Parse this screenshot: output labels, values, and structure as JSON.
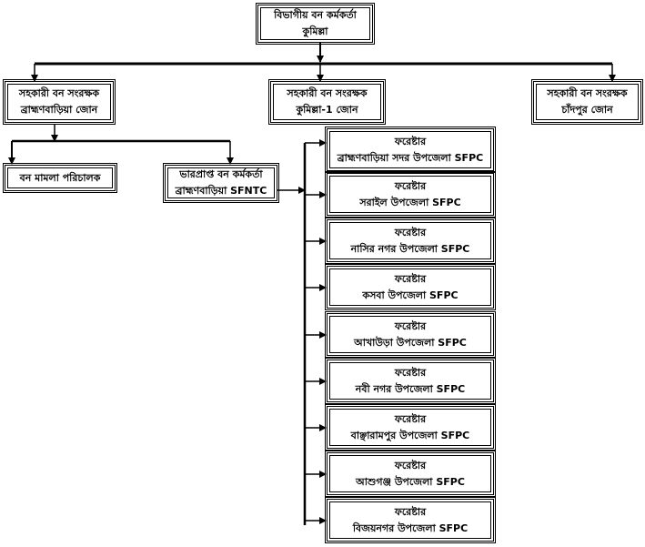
{
  "top": {
    "line1": "বিভাগীয় বন কর্মকর্তা",
    "line2": "কুমিল্লা"
  },
  "zones": [
    {
      "line1": "সহকারী বন সংরক্ষক",
      "line2": "ব্রাহ্মণবাড়িয়া জোন"
    },
    {
      "line1": "সহকারী বন সংরক্ষক",
      "line2": "কুমিল্লা-1 জোন"
    },
    {
      "line1": "সহকারী বন সংরক্ষক",
      "line2": "চাঁদপুর জোন"
    }
  ],
  "case_officer": "বন মামলা পরিচালক",
  "sfntc": {
    "line1": "ভারপ্রাপ্ত বন কর্মকর্তা",
    "line2": "ব্রাহ্মণবাড়িয়া SFNTC"
  },
  "forester_title": "ফরেষ্টার",
  "sfpc": [
    "ব্রাহ্মণবাড়িয়া সদর উপজেলা SFPC",
    "সরাইল উপজেলা SFPC",
    "নাসির নগর উপজেলা SFPC",
    "কসবা উপজেলা SFPC",
    "আখাউড়া উপজেলা SFPC",
    "নবী নগর উপজেলা SFPC",
    "বাঞ্ছারামপুর উপজেলা SFPC",
    "আশুগঞ্জ উপজেলা SFPC",
    "বিজয়নগর উপজেলা SFPC"
  ]
}
